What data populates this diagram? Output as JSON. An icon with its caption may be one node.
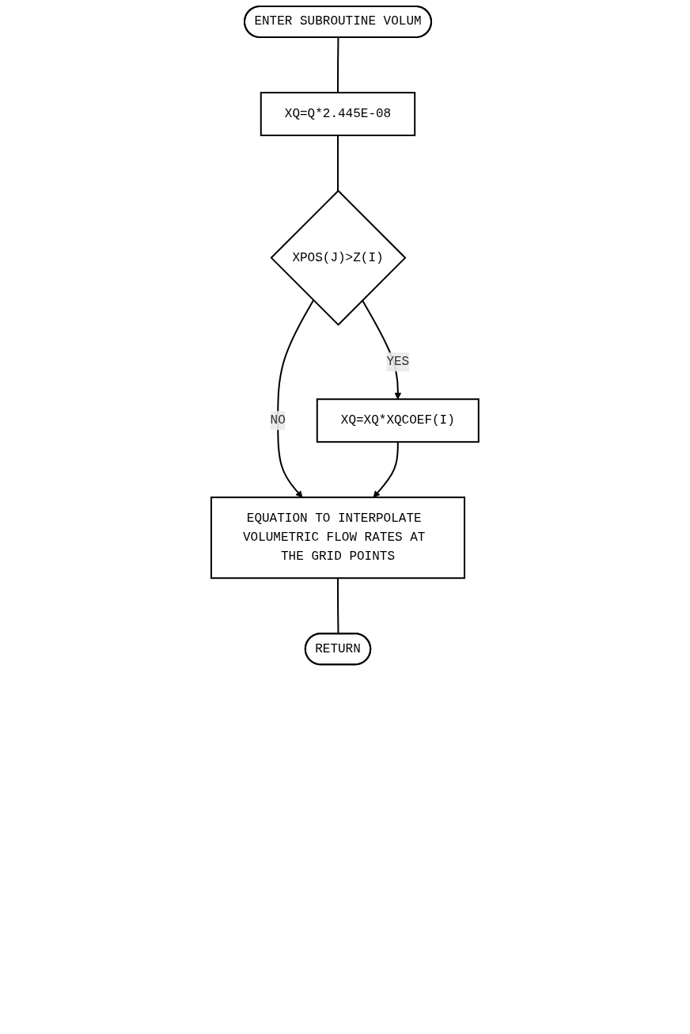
{
  "diagram": {
    "nodes": [
      {
        "text": [
          "ENTER SUBROUTINE VOLUM"
        ]
      },
      {
        "text": [
          "XQ=Q*2.445E-08"
        ]
      },
      {
        "text": [
          "XPOS(J)>Z(I)"
        ]
      },
      {
        "text": [
          "XQ=XQ*XQCOEF(I)"
        ]
      },
      {
        "text": [
          "EQUATION TO INTERPOLATE VOLUMETRIC FLOW RATES AT THE GRID POINTS"
        ]
      },
      {
        "text": [
          "RETURN"
        ]
      }
    ],
    "edges": [
      {
        "from": 0,
        "to": 1,
        "arrow": "none"
      },
      {
        "from": 1,
        "to": 2,
        "arrow": "none"
      },
      {
        "from": 2,
        "to": 3,
        "arrow": "to",
        "label": "YES"
      },
      {
        "from": 2,
        "to": 4,
        "arrow": "to",
        "label": "NO"
      },
      {
        "from": 3,
        "to": 4,
        "arrow": "to"
      },
      {
        "from": 4,
        "to": 5,
        "arrow": "none"
      }
    ]
  }
}
